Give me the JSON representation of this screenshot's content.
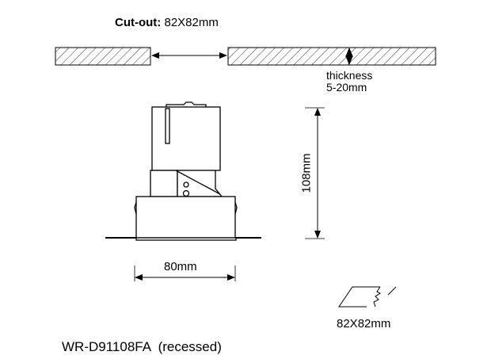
{
  "cutout": {
    "label": "Cut-out:",
    "value": "82X82mm"
  },
  "thickness": {
    "label": "thickness",
    "value": "5-20mm"
  },
  "dimensions": {
    "height": "108mm",
    "width": "80mm",
    "cutout_icon_label": "82X82mm"
  },
  "model": "WR-D91108FA  (recessed)"
}
